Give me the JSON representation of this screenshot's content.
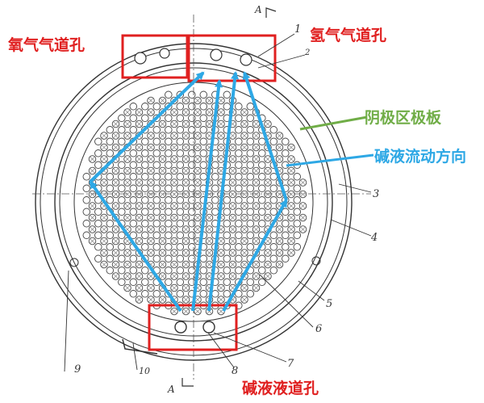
{
  "labels": {
    "oxygen_hole": "氧气气道孔",
    "hydrogen_hole": "氢气气道孔",
    "cathode_plate": "阴极区极板",
    "flow_direction": "碱液流动方向",
    "alkali_hole": "碱液液道孔"
  },
  "parts": [
    "1",
    "2",
    "3",
    "4",
    "5",
    "6",
    "7",
    "8",
    "9",
    "10"
  ],
  "section": {
    "letter_top": "A",
    "letter_bottom": "A"
  },
  "colors": {
    "red": "#e02020",
    "green": "#70ad47",
    "blue": "#2ea8e5",
    "ink": "#333333"
  }
}
